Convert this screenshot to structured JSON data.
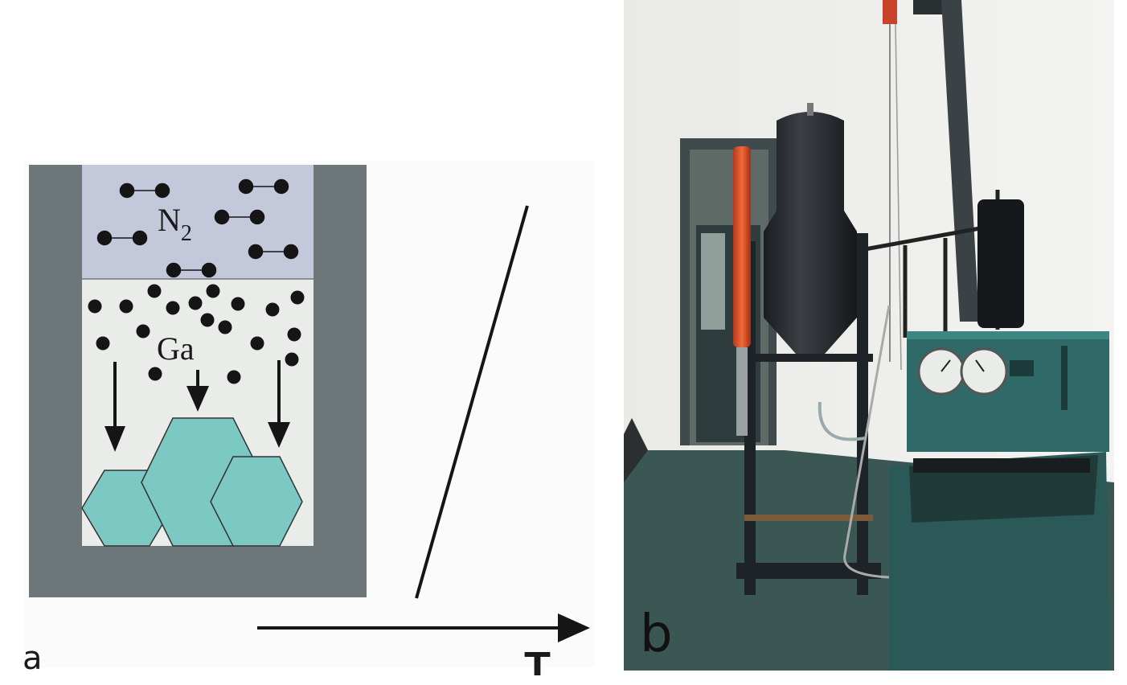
{
  "panel_a": {
    "label": "a",
    "gas_label": "N",
    "gas_subscript": "2",
    "melt_label": "Ga",
    "axis_label": "T",
    "colors": {
      "crucible_wall": "#6d7679",
      "gas_region": "#c3c8db",
      "melt_region": "#eaecea",
      "crystal": "#7cc8c2",
      "atom": "#151515"
    }
  },
  "panel_b": {
    "label": "b",
    "gauge_count": 2
  }
}
